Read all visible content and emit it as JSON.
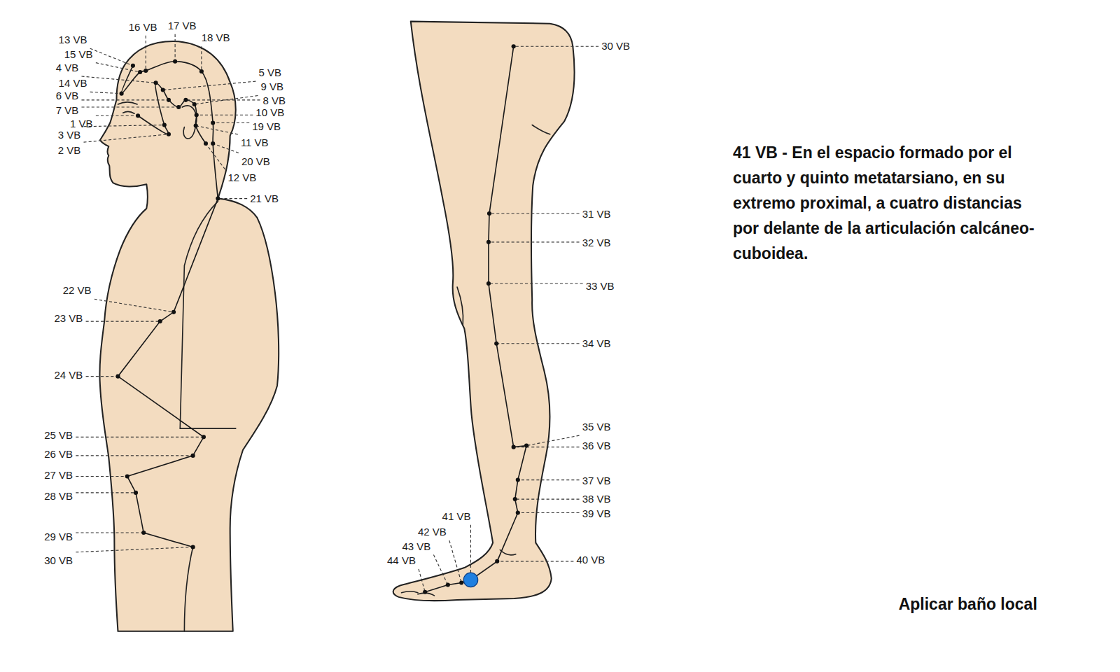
{
  "diagram": {
    "labels": [
      "16 VB",
      "17 VB",
      "13 VB",
      "18 VB",
      "15 VB",
      "4 VB",
      "5 VB",
      "14 VB",
      "9 VB",
      "6 VB",
      "8 VB",
      "7 VB",
      "10 VB",
      "1 VB",
      "19 VB",
      "3 VB",
      "11 VB",
      "2 VB",
      "20 VB",
      "12 VB",
      "21 VB",
      "22 VB",
      "23 VB",
      "24 VB",
      "25 VB",
      "26 VB",
      "27 VB",
      "28 VB",
      "29 VB",
      "30 VB",
      "30 VB",
      "31 VB",
      "32 VB",
      "33 VB",
      "34 VB",
      "35 VB",
      "36 VB",
      "37 VB",
      "38 VB",
      "39 VB",
      "40 VB",
      "41 VB",
      "42 VB",
      "43 VB",
      "44 VB",
      "41 VB - En el espacio formado por el cuarto y quinto metatarsiano, en su extremo proximal, a cuatro distancias por delante de la articulación calcáneo-cuboidea.",
      "Aplicar baño local"
    ]
  }
}
